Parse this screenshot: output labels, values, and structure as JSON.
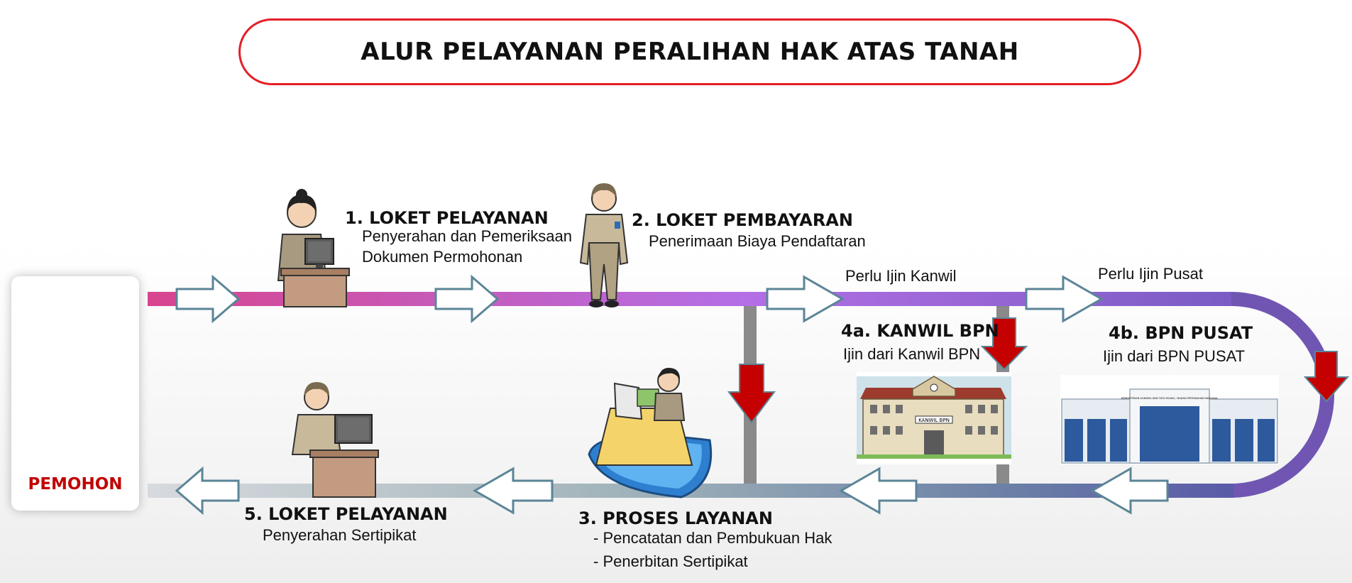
{
  "title": "ALUR PELAYANAN PERALIHAN HAK ATAS TANAH",
  "pemohon": "PEMOHON",
  "steps": {
    "s1": {
      "title": "1. LOKET PELAYANAN",
      "line1": "Penyerahan dan Pemeriksaan",
      "line2": "Dokumen Permohonan"
    },
    "s2": {
      "title": "2. LOKET PEMBAYARAN",
      "line1": "Penerimaan Biaya Pendaftaran"
    },
    "s3": {
      "title": "3. PROSES LAYANAN",
      "line1": "- Pencatatan dan Pembukuan Hak",
      "line2": "- Penerbitan Sertipikat"
    },
    "s4a": {
      "title": "4a. KANWIL BPN",
      "line1": "Ijin dari Kanwil BPN",
      "note": "Perlu Ijin Kanwil"
    },
    "s4b": {
      "title": "4b. BPN PUSAT",
      "line1": "Ijin dari BPN PUSAT",
      "note": "Perlu Ijin Pusat"
    },
    "s5": {
      "title": "5. LOKET PELAYANAN",
      "line1": "Penyerahan Sertipikat"
    }
  },
  "buildings": {
    "kanwil_sign": "KANWIL BPN",
    "pusat_sign": "KEMENTERIAN AGRARIA DAN TATA RUANG / BADAN PERTANAHAN NASIONAL"
  },
  "colors": {
    "title_border": "#e41e26",
    "pemohon_text": "#c00000",
    "track_start": "#d8458e",
    "track_mid": "#b46fe6",
    "track_end": "#7056b2",
    "track_bottom_end": "#c9cfd4",
    "down_arrow": "#c40000",
    "arrow_outline": "#5b8597",
    "connector": "#8a8a8a"
  }
}
